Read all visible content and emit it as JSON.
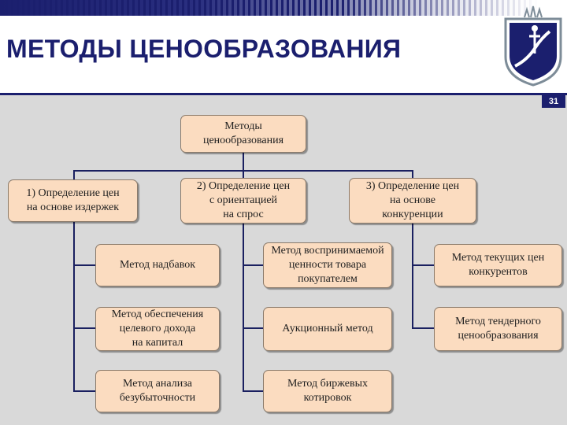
{
  "header": {
    "title": "МЕТОДЫ ЦЕНООБРАЗОВАНИЯ",
    "page_number": "31"
  },
  "diagram": {
    "root": "Методы\nценообразования",
    "categories": [
      "1) Определение цен\nна основе издержек",
      "2) Определение цен\nс ориентацией\nна спрос",
      "3) Определение цен\nна основе\nконкуренции"
    ],
    "cost_methods": [
      "Метод надбавок",
      "Метод обеспечения\nцелевого дохода\nна капитал",
      "Метод анализа\nбезубыточности"
    ],
    "demand_methods": [
      "Метод воспринимаемой\nценности товара\nпокупателем",
      "Аукционный метод",
      "Метод биржевых\nкотировок"
    ],
    "competition_methods": [
      "Метод текущих цен\nконкурентов",
      "Метод тендерного\nценообразования"
    ]
  },
  "colors": {
    "brand": "#1b1f6e",
    "box_fill": "#fbdcc0",
    "background": "#d9d9d9"
  }
}
